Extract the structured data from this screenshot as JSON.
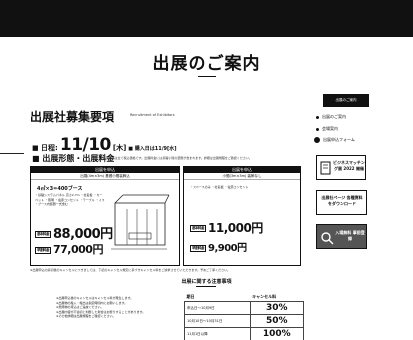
{
  "hero": {
    "title": "出展のご案内"
  },
  "main": {
    "heading": "出展社募集要項",
    "heading_sub": "Recruitment of Exhibitors",
    "deadline_label": "■ 日程:",
    "deadline_date": "11/10",
    "deadline_weekday": "[木]",
    "deadline_note": "■ 購入日は11/9[水]",
    "fees_heading": "■ 出展形態・出展料金",
    "fees_note": "※表示価格は全て税込価格です。出展料金には基礎小間の装飾が含まれます。詳細は出展規程をご確認ください。"
  },
  "booth_a": {
    "header": "出展を申込",
    "subheader": "出展(4m×3m) 基礎小間装飾込",
    "size": "4㎡×3=400ブース",
    "desc": "・基礎システムパネル 高さ2.7m ・社名板 ・カーペット ・照明 ・電源コンセント ・テーブル ・イス ・ブース内装飾一式含む",
    "price_label": "基本料金",
    "price": "88,000円",
    "member_label": "早割料金",
    "member_price": "77,000円"
  },
  "booth_b": {
    "header": "出展を申込",
    "subheader": "小間(3m×3m) 装飾なし",
    "desc": "・スペースのみ ・社名板 ・電源コンセント",
    "price_label": "基本料金",
    "price": "11,000円",
    "member_label": "早割料金",
    "member_price": "9,900円"
  },
  "footer_note": "※出展申込の締切後のキャンセルにつきましては、下記のキャンセル規定に基づきキャンセル料をご請求させていただきます。予めご了承ください。",
  "notes": {
    "title": "出展に関する注意事項",
    "items": [
      "※出展申込後のキャンセルはキャンセル料が発生します。",
      "※出展物の搬入・搬出は指定時間内にお願いします。",
      "※危険物の持込はご遠慮ください。",
      "※出展内容が不適切と判断した場合はお断りすることがあります。",
      "※その他詳細は出展規程をご確認ください。"
    ],
    "table_head": [
      "期日",
      "キャンセル料"
    ],
    "rows": [
      {
        "period": "申込日〜10月9日",
        "pct": "30%"
      },
      {
        "period": "10月10日〜10月31日",
        "pct": "50%"
      },
      {
        "period": "11月1日以降",
        "pct": "100%"
      }
    ]
  },
  "sidebar": {
    "head": "出展のご案内",
    "links": [
      "出展のご案内",
      "会場案内",
      "出展申込フォーム"
    ],
    "banner_1": "ビジネスマッチング展 2022 開催",
    "banner_2": "出展社ページ 各種資料をダウンロード",
    "banner_3": "入場無料 事前登録"
  }
}
